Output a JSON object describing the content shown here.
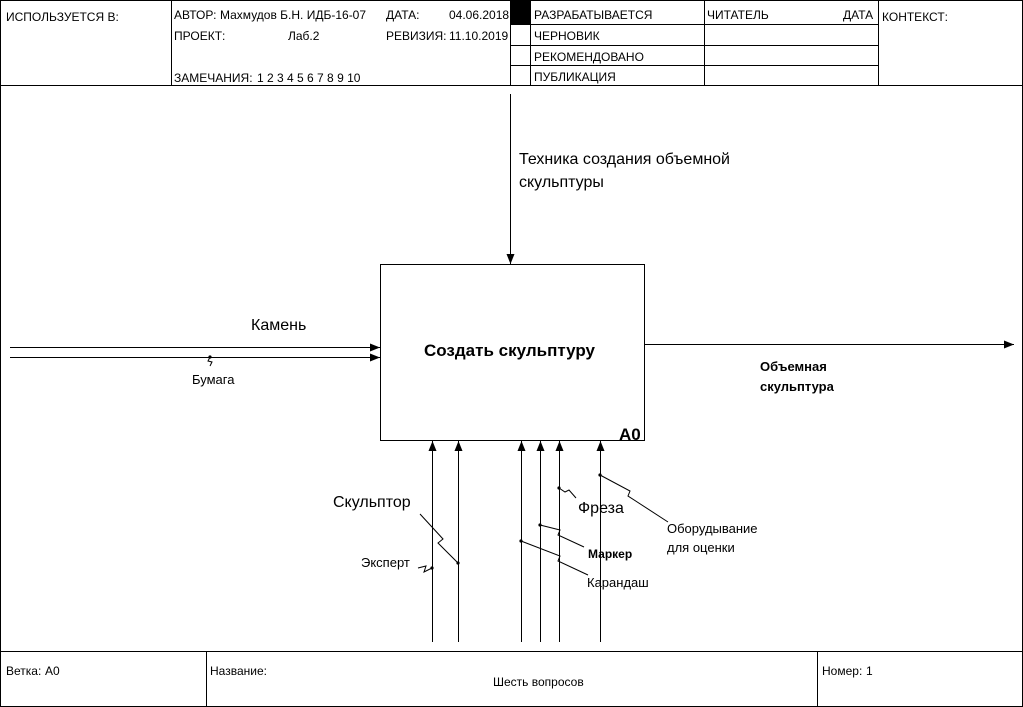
{
  "header": {
    "used_in": "ИСПОЛЬЗУЕТСЯ В:",
    "author_label": "АВТОР:",
    "author_value": "Махмудов Б.Н. ИДБ-16-07",
    "project_label": "ПРОЕКТ:",
    "project_value": "Лаб.2",
    "notes_label": "ЗАМЕЧАНИЯ:",
    "notes_value": "1 2 3 4 5 6 7 8 9 10",
    "date_label": "ДАТА:",
    "date_value": "04.06.2018",
    "revision_label": "РЕВИЗИЯ:",
    "revision_value": "11.10.2019",
    "status": [
      "РАЗРАБАТЫВАЕТСЯ",
      "ЧЕРНОВИК",
      "РЕКОМЕНДОВАНО",
      "ПУБЛИКАЦИЯ"
    ],
    "reader_label": "ЧИТАТЕЛЬ",
    "reader_date_label": "ДАТА",
    "context_label": "КОНТЕКСТ:"
  },
  "diagram": {
    "function_name": "Создать скульптуру",
    "function_id": "A0",
    "control": "Техника создания объемной скульптуры",
    "control_line1": "Техника создания объемной",
    "control_line2": "скульптуры",
    "inputs": [
      "Камень",
      "Бумага"
    ],
    "output_line1": "Объемная",
    "output_line2": "скульптура",
    "mechanisms": {
      "sculptor": "Скульптор",
      "expert": "Эксперт",
      "mill": "Фреза",
      "marker": "Маркер",
      "pencil": "Карандаш",
      "equipment_line1": "Оборудывание",
      "equipment_line2": "для оценки"
    }
  },
  "footer": {
    "node_label": "Ветка:",
    "node_value": "A0",
    "title_label": "Название:",
    "title_value": "Шесть вопросов",
    "number_label": "Номер:",
    "number_value": "1"
  }
}
